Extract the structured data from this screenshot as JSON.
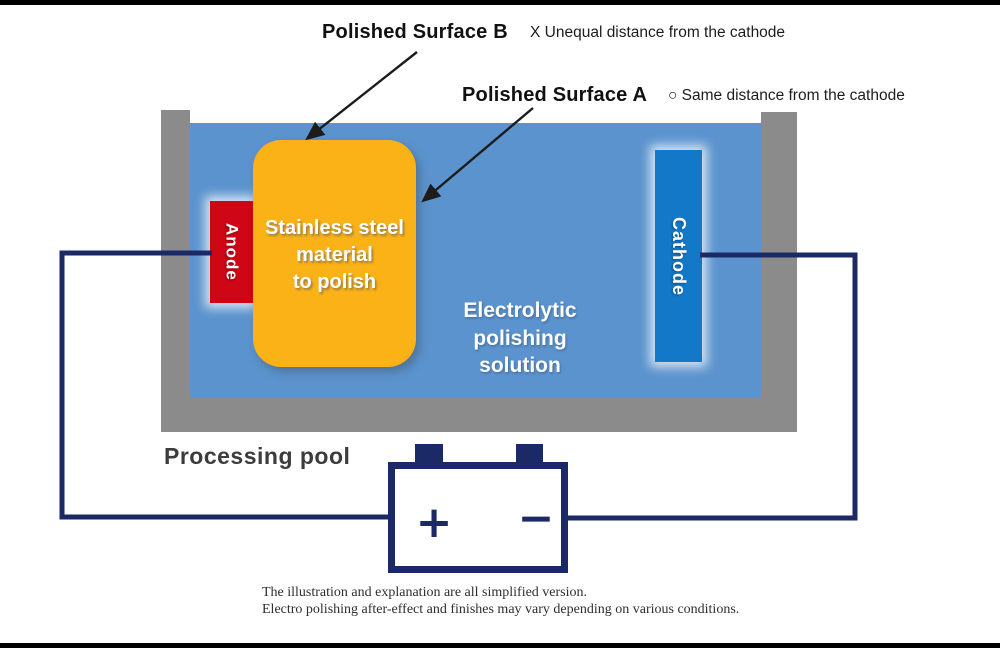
{
  "annotations": {
    "surface_b": {
      "label": "Polished Surface B",
      "note": "X Unequal distance from the cathode"
    },
    "surface_a": {
      "label": "Polished Surface A",
      "note": "○ Same distance from the cathode"
    }
  },
  "tank": {
    "pool_label": "Processing pool",
    "anode_label": "Anode",
    "cathode_label": "Cathode",
    "workpiece_lines": [
      "Stainless steel",
      "material",
      "to polish"
    ],
    "solution_lines": [
      "Electrolytic",
      "polishing",
      "solution"
    ]
  },
  "battery": {
    "plus_symbol": "+",
    "minus_symbol": "−"
  },
  "footer": {
    "line1": "The illustration and explanation are all simplified version.",
    "line2": "Electro polishing after-effect and finishes may vary depending on various conditions."
  },
  "colors": {
    "solution": "#5B93CE",
    "tank_wall": "#8B8B8B",
    "anode": "#CE0615",
    "cathode": "#1478C8",
    "workpiece": "#FBB216",
    "wire": "#1B2A66",
    "arrow": "#1C1C1C"
  }
}
